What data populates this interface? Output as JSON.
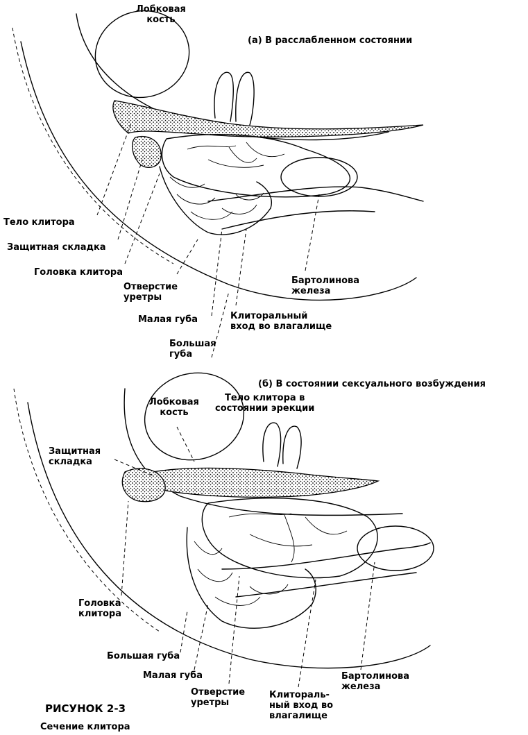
{
  "figure": {
    "number": "РИСУНОК 2-3",
    "caption": "Сечение клитора"
  },
  "panel_a": {
    "title": "(а) В расслабленном состоянии",
    "labels": {
      "pubic_bone": "Лобковая\nкость",
      "clitoris_body": "Тело клитора",
      "protective_fold": "Защитная складка",
      "clitoris_head": "Головка клитора",
      "urethra_opening": "Отверстие\nуретры",
      "labia_minora": "Малая губа",
      "labia_majora": "Большая\nгуба",
      "vaginal_entrance": "Клиторальный\nвход во влагалище",
      "bartholin_gland": "Бартолинова\nжелеза"
    }
  },
  "panel_b": {
    "title": "(б) В состоянии сексуального возбуждения",
    "labels": {
      "pubic_bone": "Лобковая\nкость",
      "clitoris_body_erect": "Тело клитора в\nсостоянии эрекции",
      "protective_fold": "Защитная\nскладка",
      "clitoris_head": "Головка\nклитора",
      "labia_majora": "Большая губа",
      "labia_minora": "Малая губа",
      "urethra_opening": "Отверстие\nуретры",
      "vaginal_entrance": "Клитораль-\nный вход во\nвлагалище",
      "bartholin_gland": "Бартолинова\nжелеза"
    }
  }
}
